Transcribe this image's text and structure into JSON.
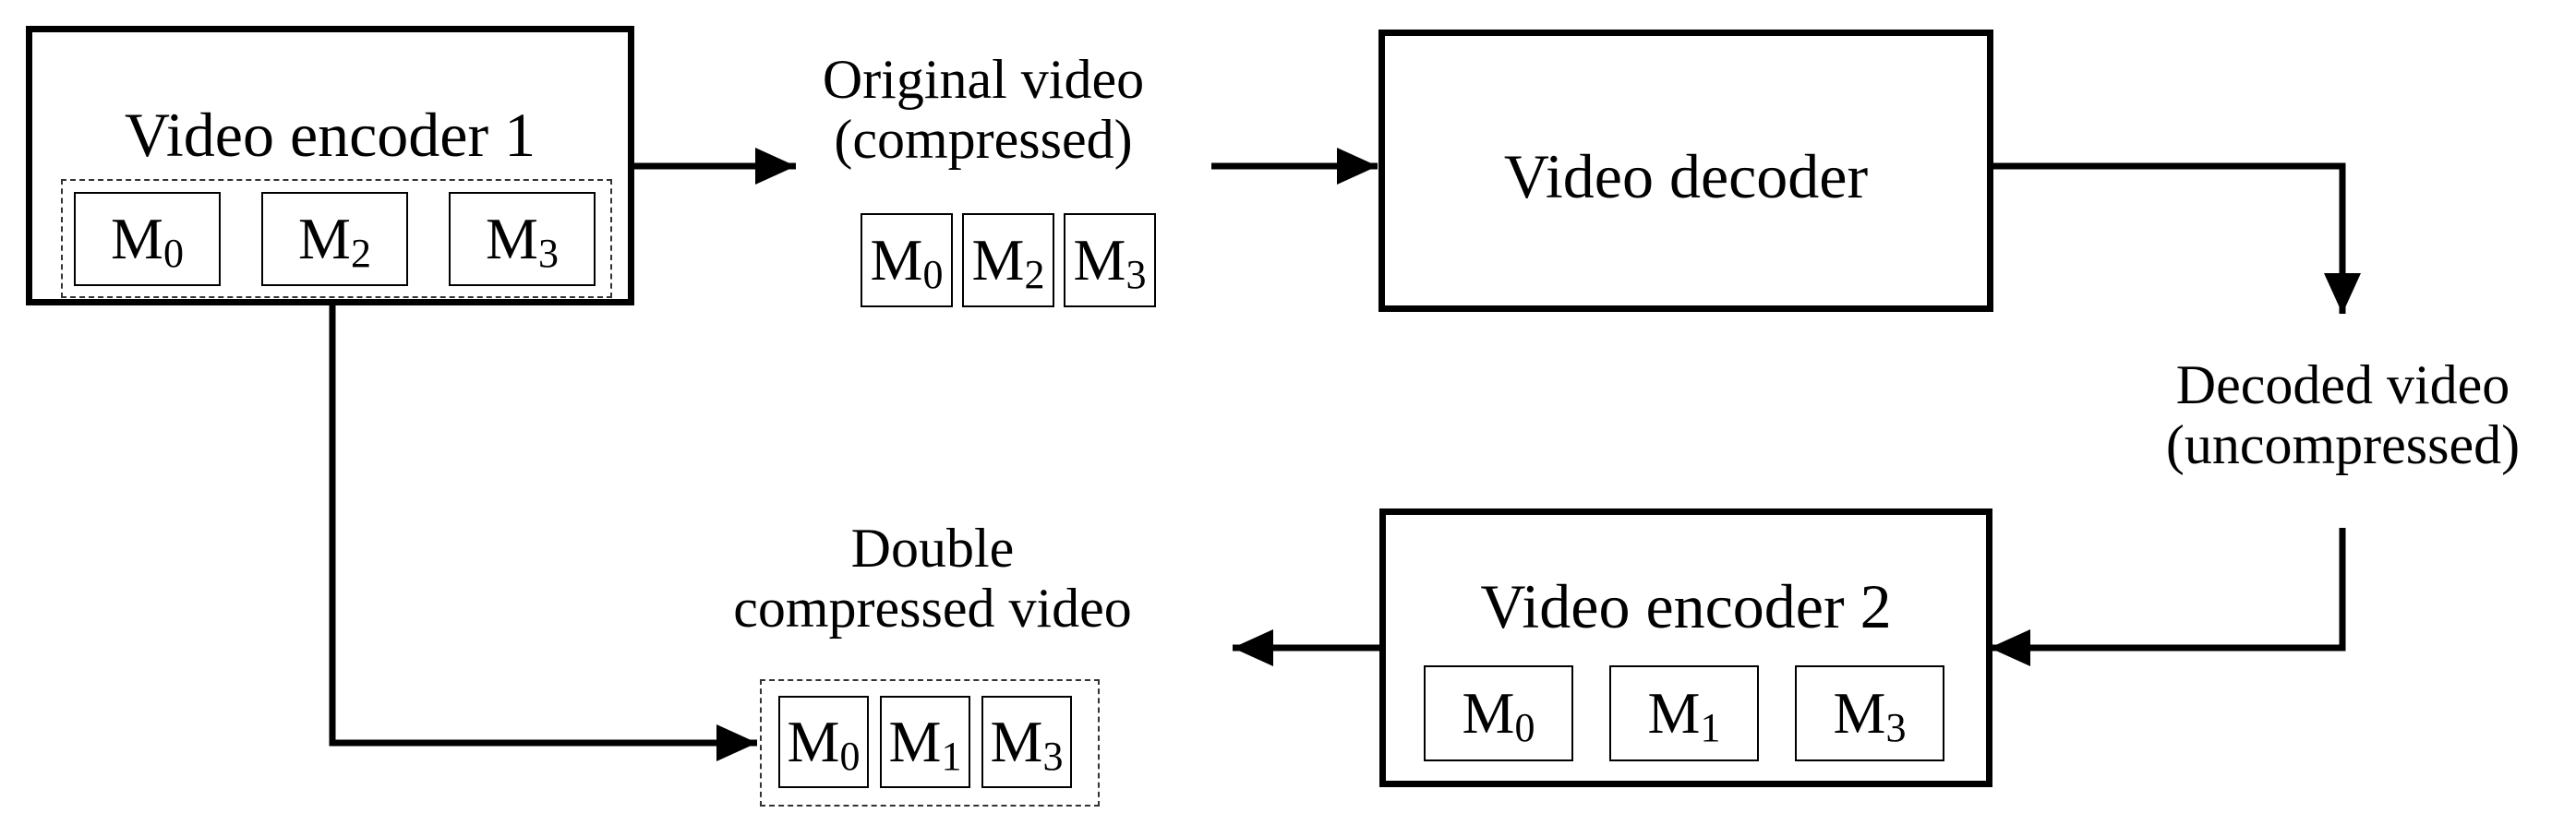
{
  "encoder1": {
    "title": "Video encoder 1",
    "modes": [
      {
        "base": "M",
        "sub": "0"
      },
      {
        "base": "M",
        "sub": "2"
      },
      {
        "base": "M",
        "sub": "3"
      }
    ]
  },
  "original_video": {
    "line1": "Original video",
    "line2": "(compressed)",
    "modes": [
      {
        "base": "M",
        "sub": "0"
      },
      {
        "base": "M",
        "sub": "2"
      },
      {
        "base": "M",
        "sub": "3"
      }
    ]
  },
  "decoder": {
    "title": "Video decoder"
  },
  "decoded_video": {
    "line1": "Decoded video",
    "line2": "(uncompressed)"
  },
  "encoder2": {
    "title": "Video encoder 2",
    "modes": [
      {
        "base": "M",
        "sub": "0"
      },
      {
        "base": "M",
        "sub": "1"
      },
      {
        "base": "M",
        "sub": "3"
      }
    ]
  },
  "double_video": {
    "line1": "Double",
    "line2": "compressed video",
    "modes": [
      {
        "base": "M",
        "sub": "0"
      },
      {
        "base": "M",
        "sub": "1"
      },
      {
        "base": "M",
        "sub": "3"
      }
    ]
  }
}
